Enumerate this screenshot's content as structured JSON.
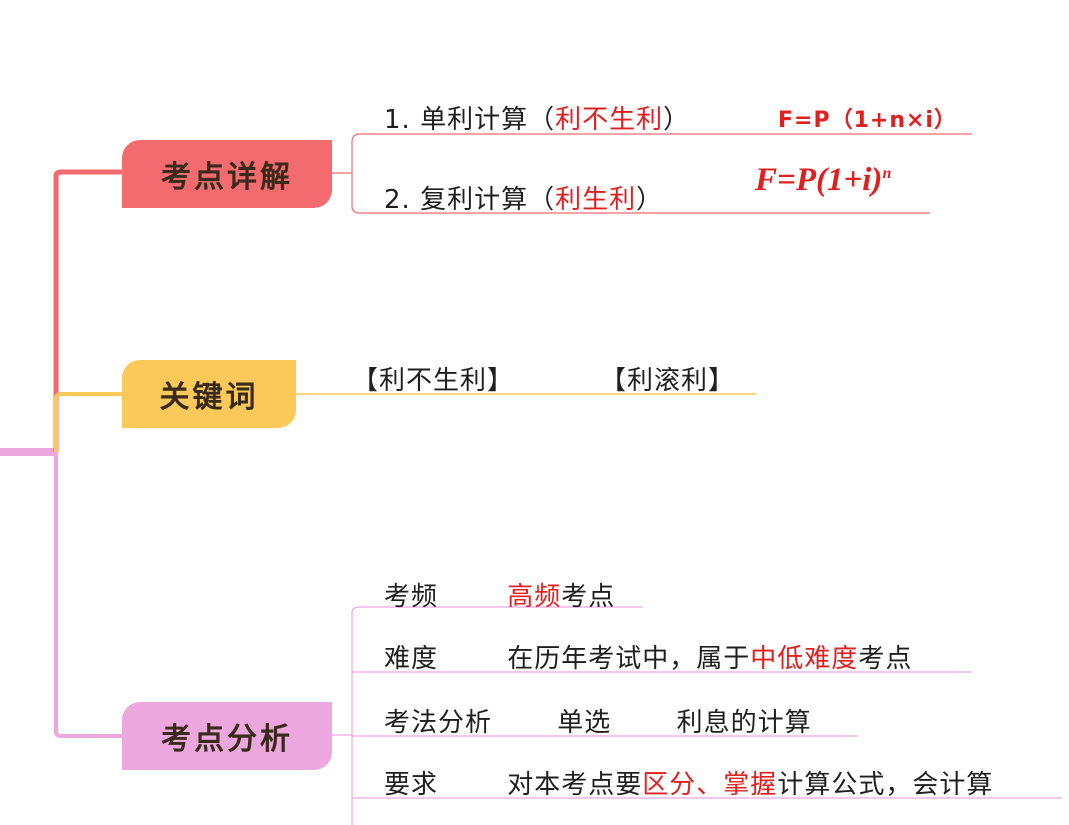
{
  "colors": {
    "red_branch": "#f36b6f",
    "yellow_branch": "#fbc85a",
    "pink_branch": "#eca7de",
    "highlight": "#e02020"
  },
  "nodes": {
    "detail": "考点详解",
    "keywords": "关键词",
    "analysis": "考点分析"
  },
  "detail": {
    "simple": {
      "prefix": "1. 单利计算（",
      "highlight": "利不生利",
      "suffix": "）",
      "formula": "F=P（1+n×i）"
    },
    "compound": {
      "prefix": "2. 复利计算（",
      "highlight": "利生利",
      "suffix": "）",
      "formula_base": "F=P(1+i)",
      "formula_exp": "n"
    }
  },
  "keywords": {
    "k1": "【利不生利】",
    "k2": "【利滚利】"
  },
  "analysis": {
    "frequency": {
      "label": "考频",
      "hl": "高频",
      "rest": "考点"
    },
    "difficulty": {
      "label": "难度",
      "pre": "在历年考试中，属于",
      "hl": "中低难度",
      "rest": "考点"
    },
    "method": {
      "label": "考法分析",
      "type": "单选",
      "topic": "利息的计算"
    },
    "requirement": {
      "label": "要求",
      "pre": "对本考点要",
      "hl": "区分、掌握",
      "rest": "计算公式，会计算"
    }
  }
}
